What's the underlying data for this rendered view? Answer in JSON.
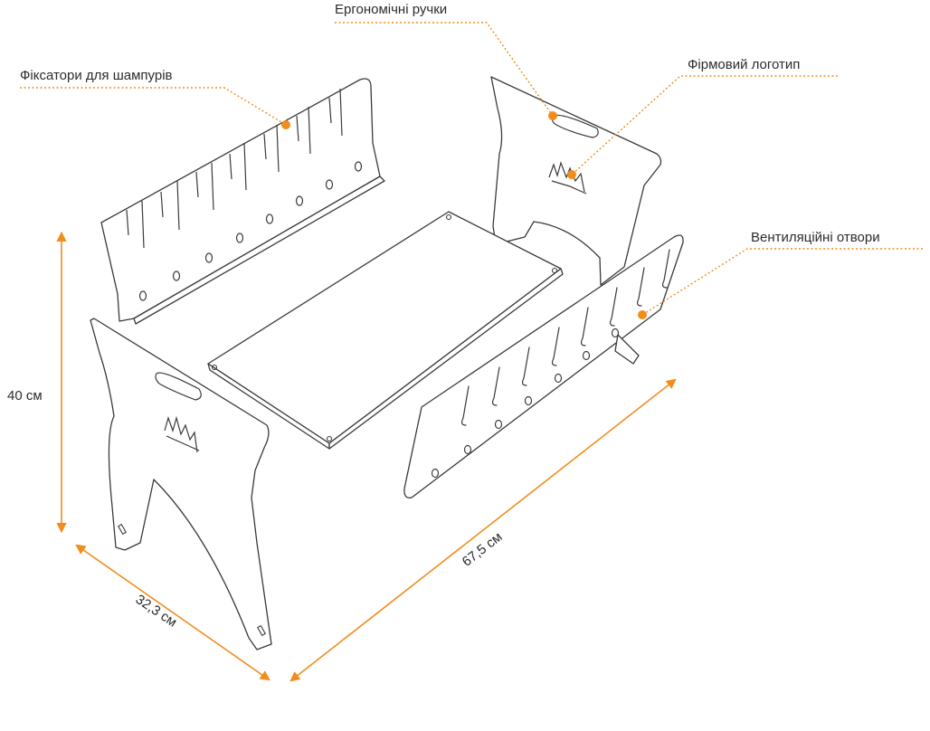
{
  "labels": {
    "skewer_holders": "Фіксатори для шампурів",
    "handles": "Ергономічні ручки",
    "logo": "Фірмовий логотип",
    "vents": "Вентиляційні отвори"
  },
  "dimensions": {
    "height": "40 см",
    "width": "32,3 см",
    "length": "67,5 см"
  },
  "colors": {
    "accent": "#f28c1c",
    "outline": "#3a3a3a"
  }
}
